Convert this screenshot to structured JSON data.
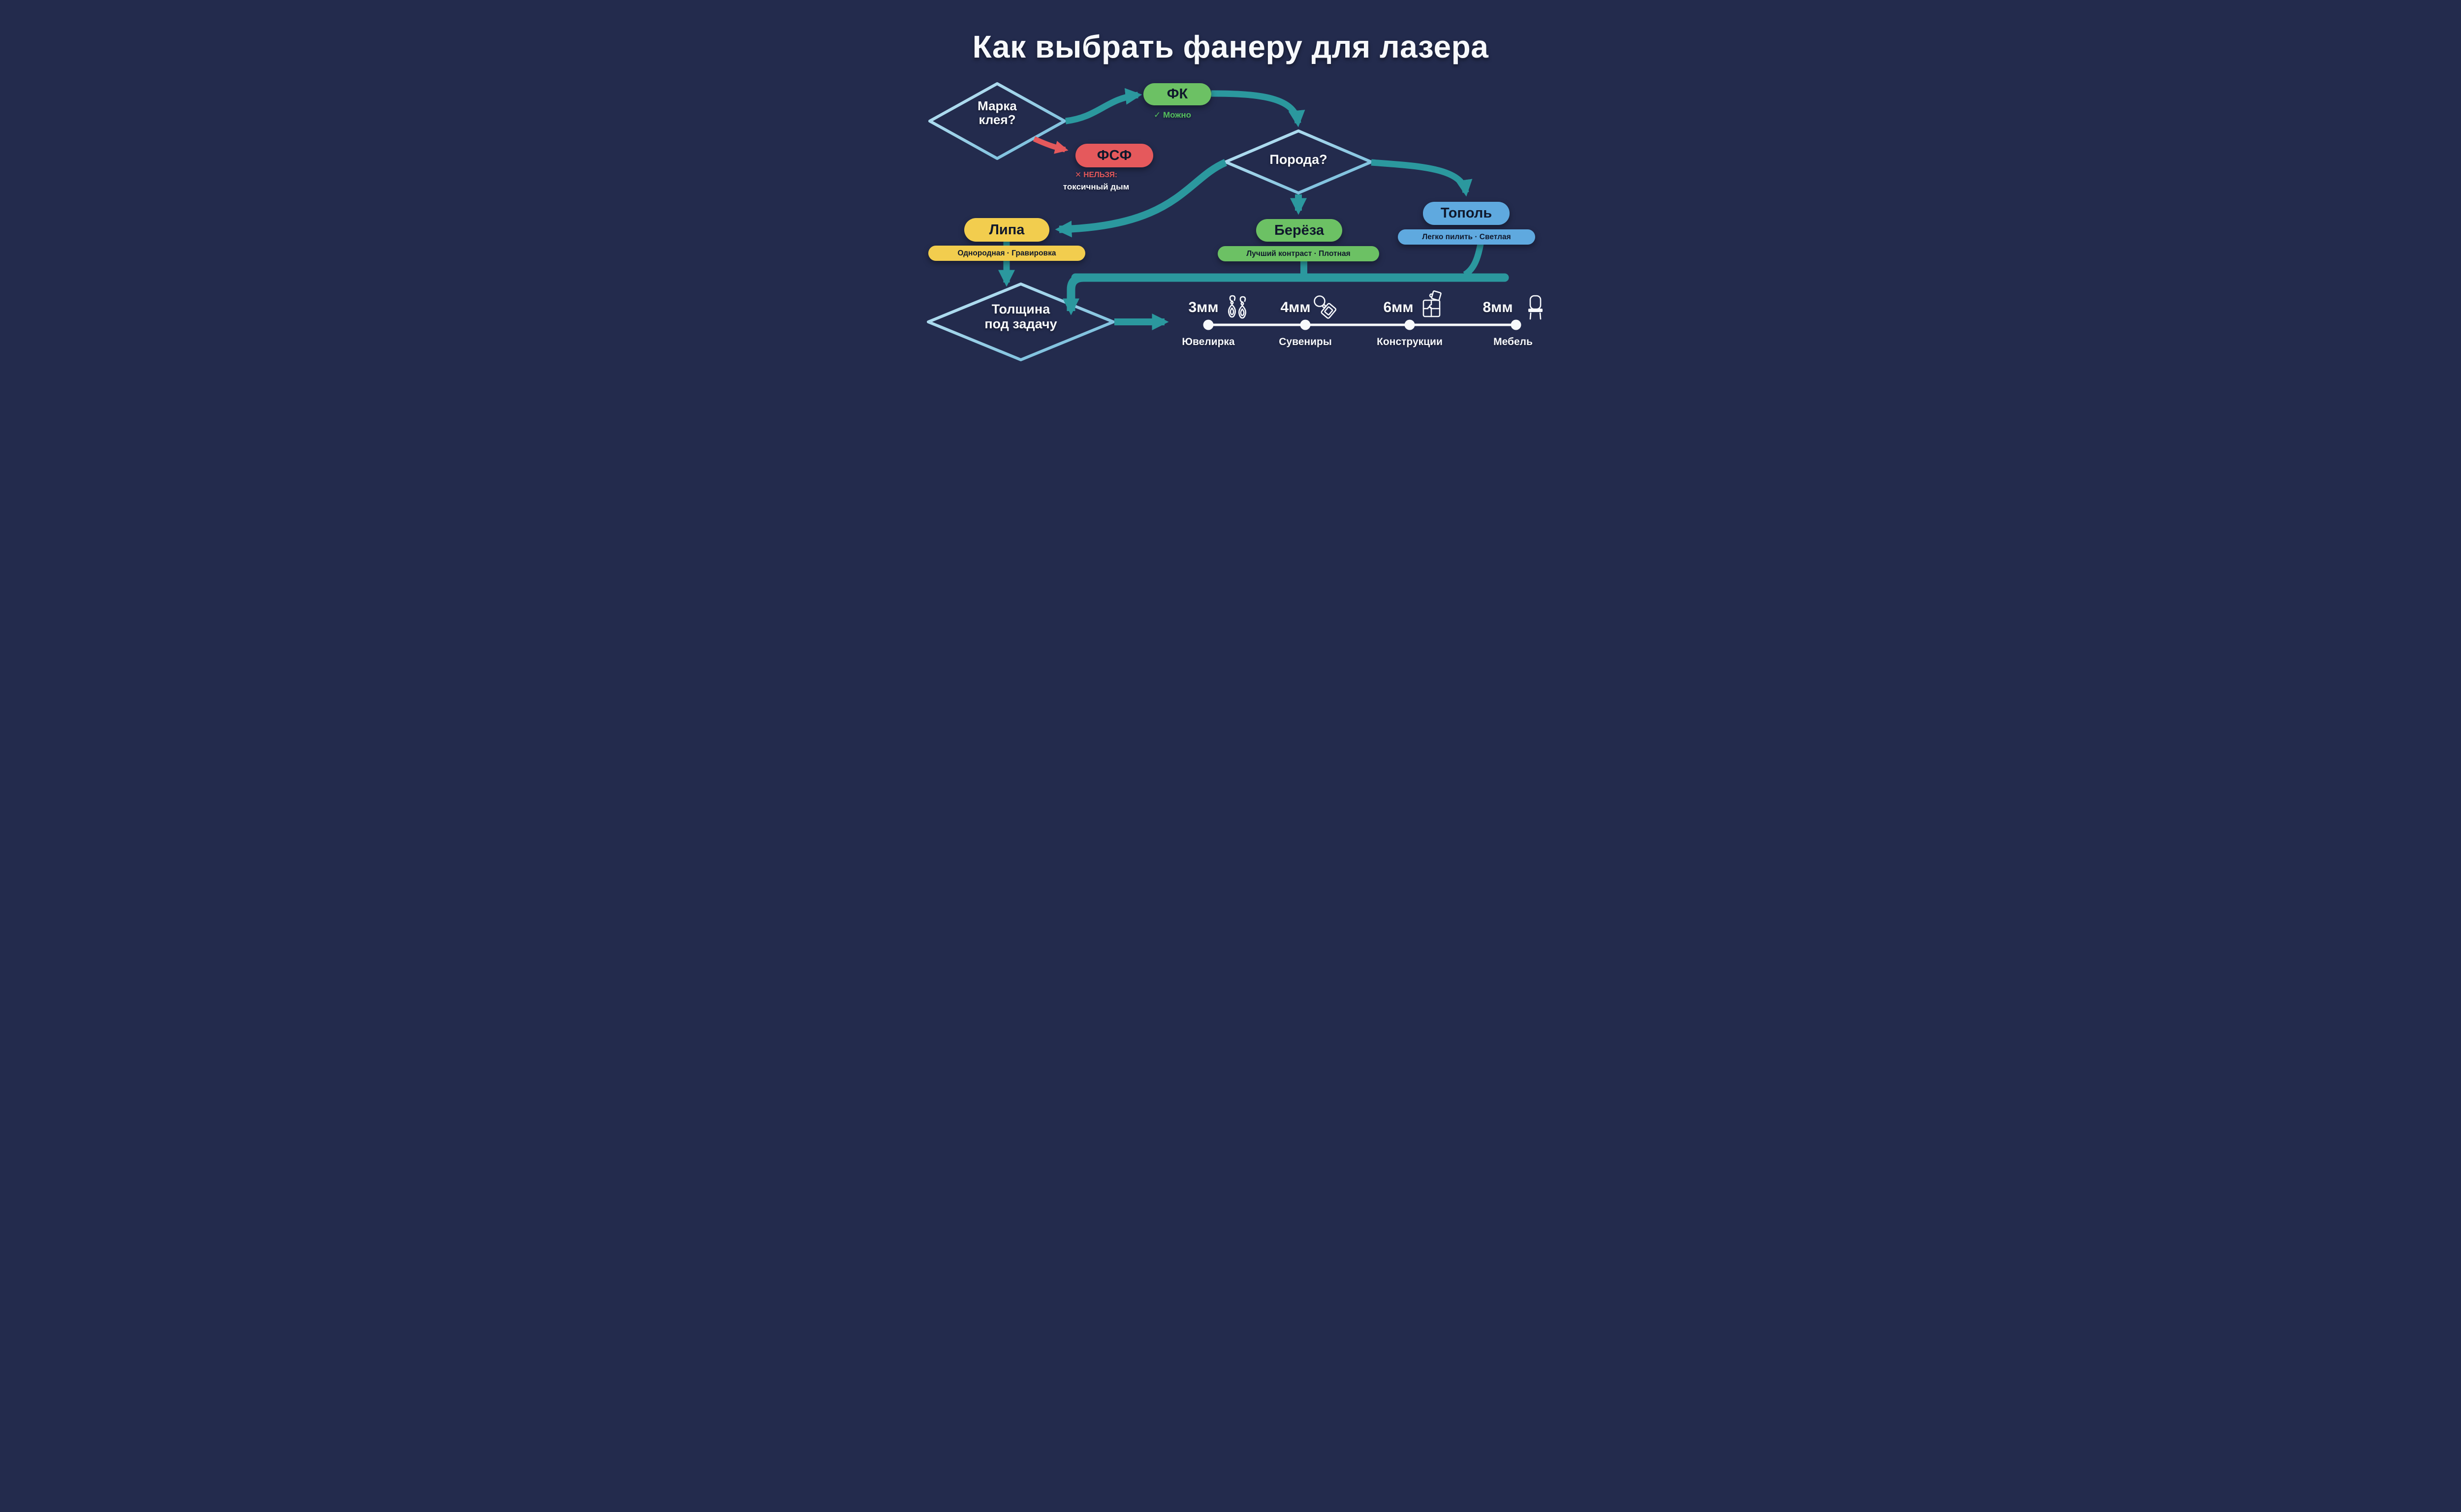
{
  "title": "Как выбрать фанеру для лазера",
  "colors": {
    "bg": "#232b4d",
    "white": "#f7f9fc",
    "teal": "#2b989e",
    "red": "#e5595c",
    "green": "#6cc164",
    "green-text": "#55c05f",
    "yellow": "#f2cd4e",
    "blue": "#5fa9df",
    "diamond-stroke": "#9ed4ea",
    "ink": "#10182c"
  },
  "flow": {
    "glue_question": {
      "line1": "Марка",
      "line2": "клея?"
    },
    "fk": {
      "label": "ФК",
      "note_icon": "✓",
      "note_text": "Можно"
    },
    "fsf": {
      "label": "ФСФ",
      "note_icon": "✕",
      "note_text": "НЕЛЬЗЯ:",
      "note_detail": "токсичный дым"
    },
    "species_question": "Порода?",
    "lipa": {
      "label": "Липа",
      "subtitle": "Однородная · Гравировка"
    },
    "bereza": {
      "label": "Берёза",
      "subtitle": "Лучший контраст · Плотная"
    },
    "topol": {
      "label": "Тополь",
      "subtitle": "Легко пилить · Светлая"
    },
    "thickness_question": {
      "line1": "Толщина",
      "line2": "под задачу"
    }
  },
  "timeline": {
    "items": [
      {
        "size": "3мм",
        "icon": "earrings-icon",
        "category": "Ювелирка"
      },
      {
        "size": "4мм",
        "icon": "keychain-tag-icon",
        "category": "Сувениры"
      },
      {
        "size": "6мм",
        "icon": "puzzle-icon",
        "category": "Конструкции"
      },
      {
        "size": "8мм",
        "icon": "chair-icon",
        "category": "Мебель"
      }
    ]
  }
}
